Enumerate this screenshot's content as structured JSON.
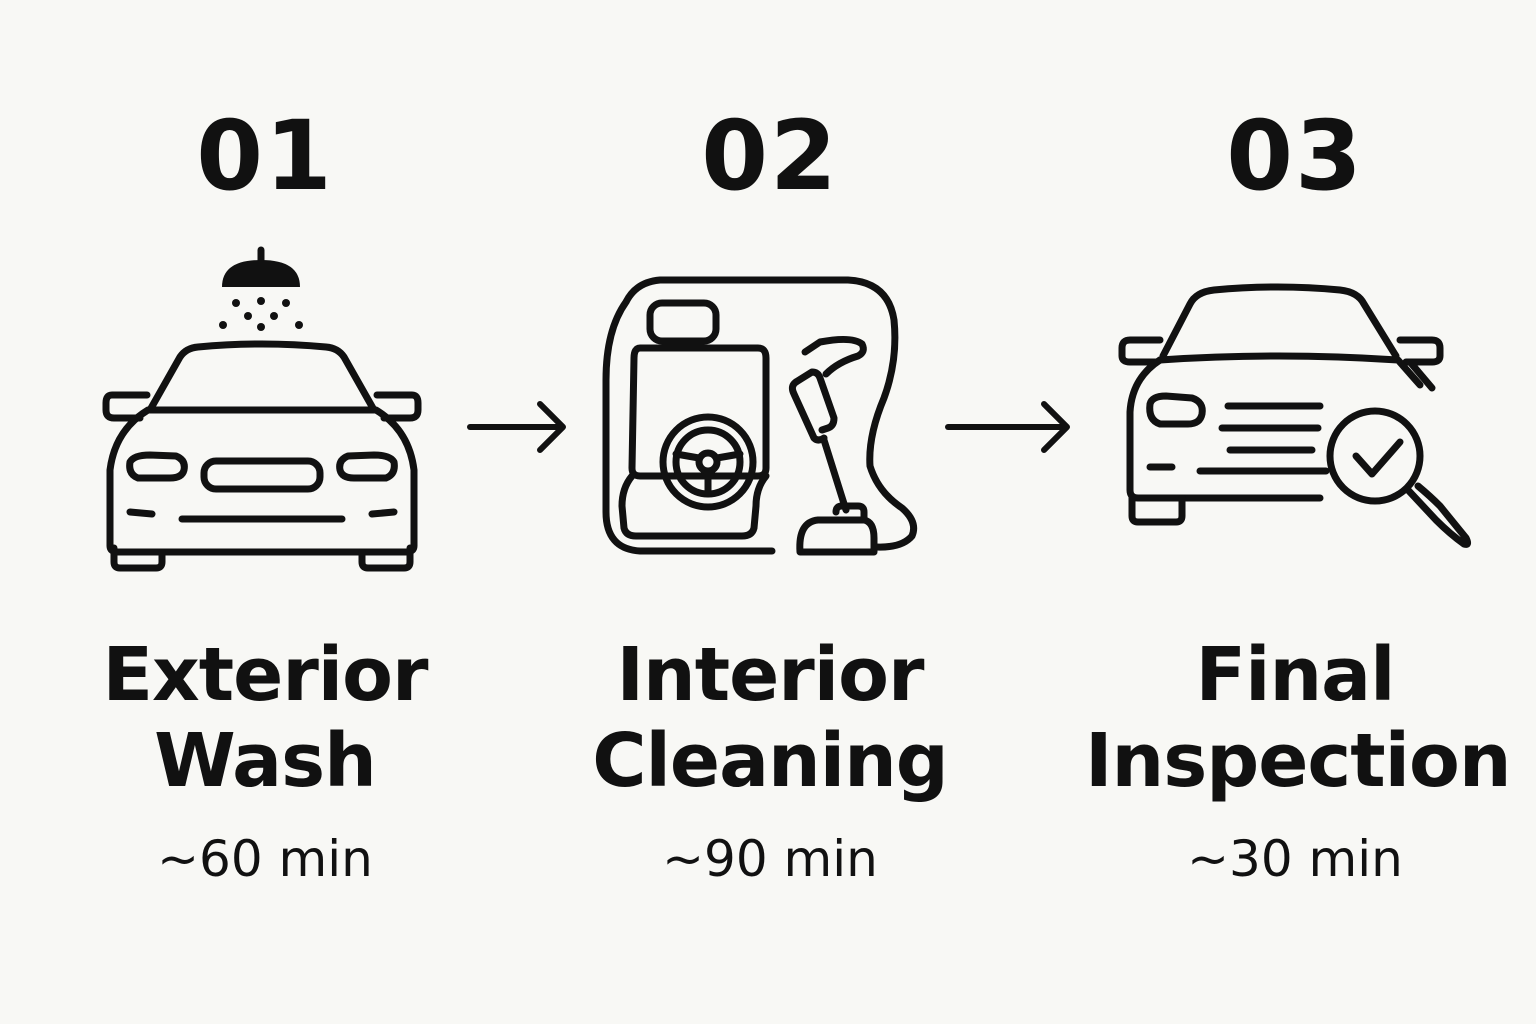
{
  "colors": {
    "background": "#f8f8f5",
    "ink": "#111111"
  },
  "steps": [
    {
      "number": "01",
      "title_line1": "Exterior",
      "title_line2": "Wash",
      "duration": "~60 min",
      "icon": "car-wash-shower-icon"
    },
    {
      "number": "02",
      "title_line1": "Interior",
      "title_line2": "Cleaning",
      "duration": "~90 min",
      "icon": "car-seat-vacuum-icon"
    },
    {
      "number": "03",
      "title_line1": "Final",
      "title_line2": "Inspection",
      "duration": "~30 min",
      "icon": "car-inspection-magnifier-icon"
    }
  ],
  "connectors": [
    "arrow-right-icon",
    "arrow-right-icon"
  ]
}
